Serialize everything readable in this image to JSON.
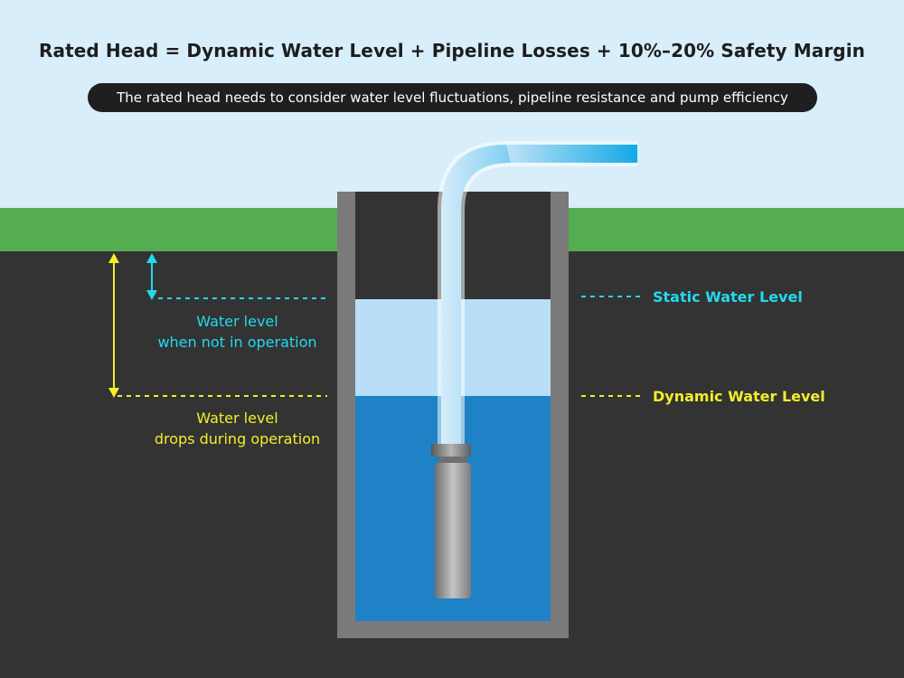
{
  "title": "Rated Head = Dynamic Water Level + Pipeline Losses + 10%–20% Safety Margin",
  "subtitle": "The rated head needs to consider water level fluctuations, pipeline resistance  and pump efficiency",
  "static_level": {
    "label": "Static Water Level",
    "note_line1": "Water level",
    "note_line2": "when not in operation",
    "color": "#22d9ee"
  },
  "dynamic_level": {
    "label": "Dynamic Water Level",
    "note_line1": "Water level",
    "note_line2": "drops during operation",
    "color": "#f2ee2a"
  },
  "colors": {
    "sky": "#d8eefb",
    "grass": "#55ad52",
    "ground": "#333333",
    "well_casing": "#7a7a7a",
    "static_water": "#b8dff7",
    "dynamic_water": "#1f81c6",
    "pipe": "#1bb0ea",
    "pump": "#8a8a8a"
  }
}
